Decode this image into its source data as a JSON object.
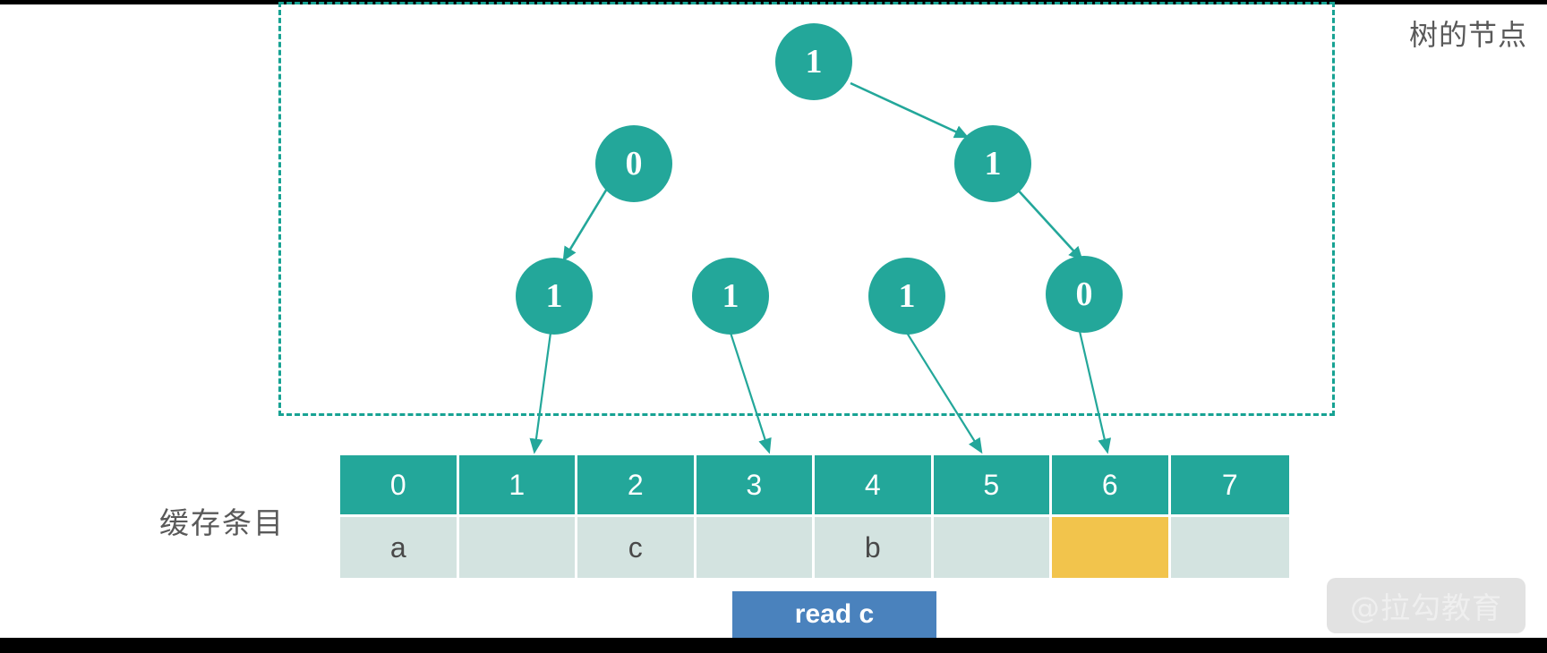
{
  "diagram": {
    "tree_region_label": "树的节点",
    "cache_label": "缓存条目",
    "watermark": "@拉勾教育",
    "colors": {
      "node": "#23a79a",
      "dashed_border": "#17a293",
      "header_cell": "#23a79a",
      "value_cell": "#d3e3e0",
      "highlight_cell": "#f2c44c",
      "button": "#4a82bd",
      "text_gray": "#595959"
    }
  },
  "tree": {
    "nodes": [
      {
        "id": "root",
        "label": "1",
        "level": 0
      },
      {
        "id": "l1-left",
        "label": "0",
        "level": 1
      },
      {
        "id": "l1-right",
        "label": "1",
        "level": 1
      },
      {
        "id": "l2-a",
        "label": "1",
        "level": 2
      },
      {
        "id": "l2-b",
        "label": "1",
        "level": 2
      },
      {
        "id": "l2-c",
        "label": "1",
        "level": 2
      },
      {
        "id": "l2-d",
        "label": "0",
        "level": 2
      }
    ],
    "edges": [
      {
        "from": "root",
        "to": "l1-right"
      },
      {
        "from": "l1-left",
        "to": "l2-a"
      },
      {
        "from": "l1-right",
        "to": "l2-d"
      }
    ],
    "leaf_to_cell": [
      {
        "from": "l2-a",
        "cell_index": 1
      },
      {
        "from": "l2-b",
        "cell_index": 3
      },
      {
        "from": "l2-c",
        "cell_index": 5
      },
      {
        "from": "l2-d",
        "cell_index": 6
      }
    ]
  },
  "cache": {
    "indices": [
      "0",
      "1",
      "2",
      "3",
      "4",
      "5",
      "6",
      "7"
    ],
    "values": [
      "a",
      "",
      "c",
      "",
      "b",
      "",
      "",
      ""
    ],
    "highlighted_index": 6
  },
  "action": {
    "button_label": "read c"
  }
}
